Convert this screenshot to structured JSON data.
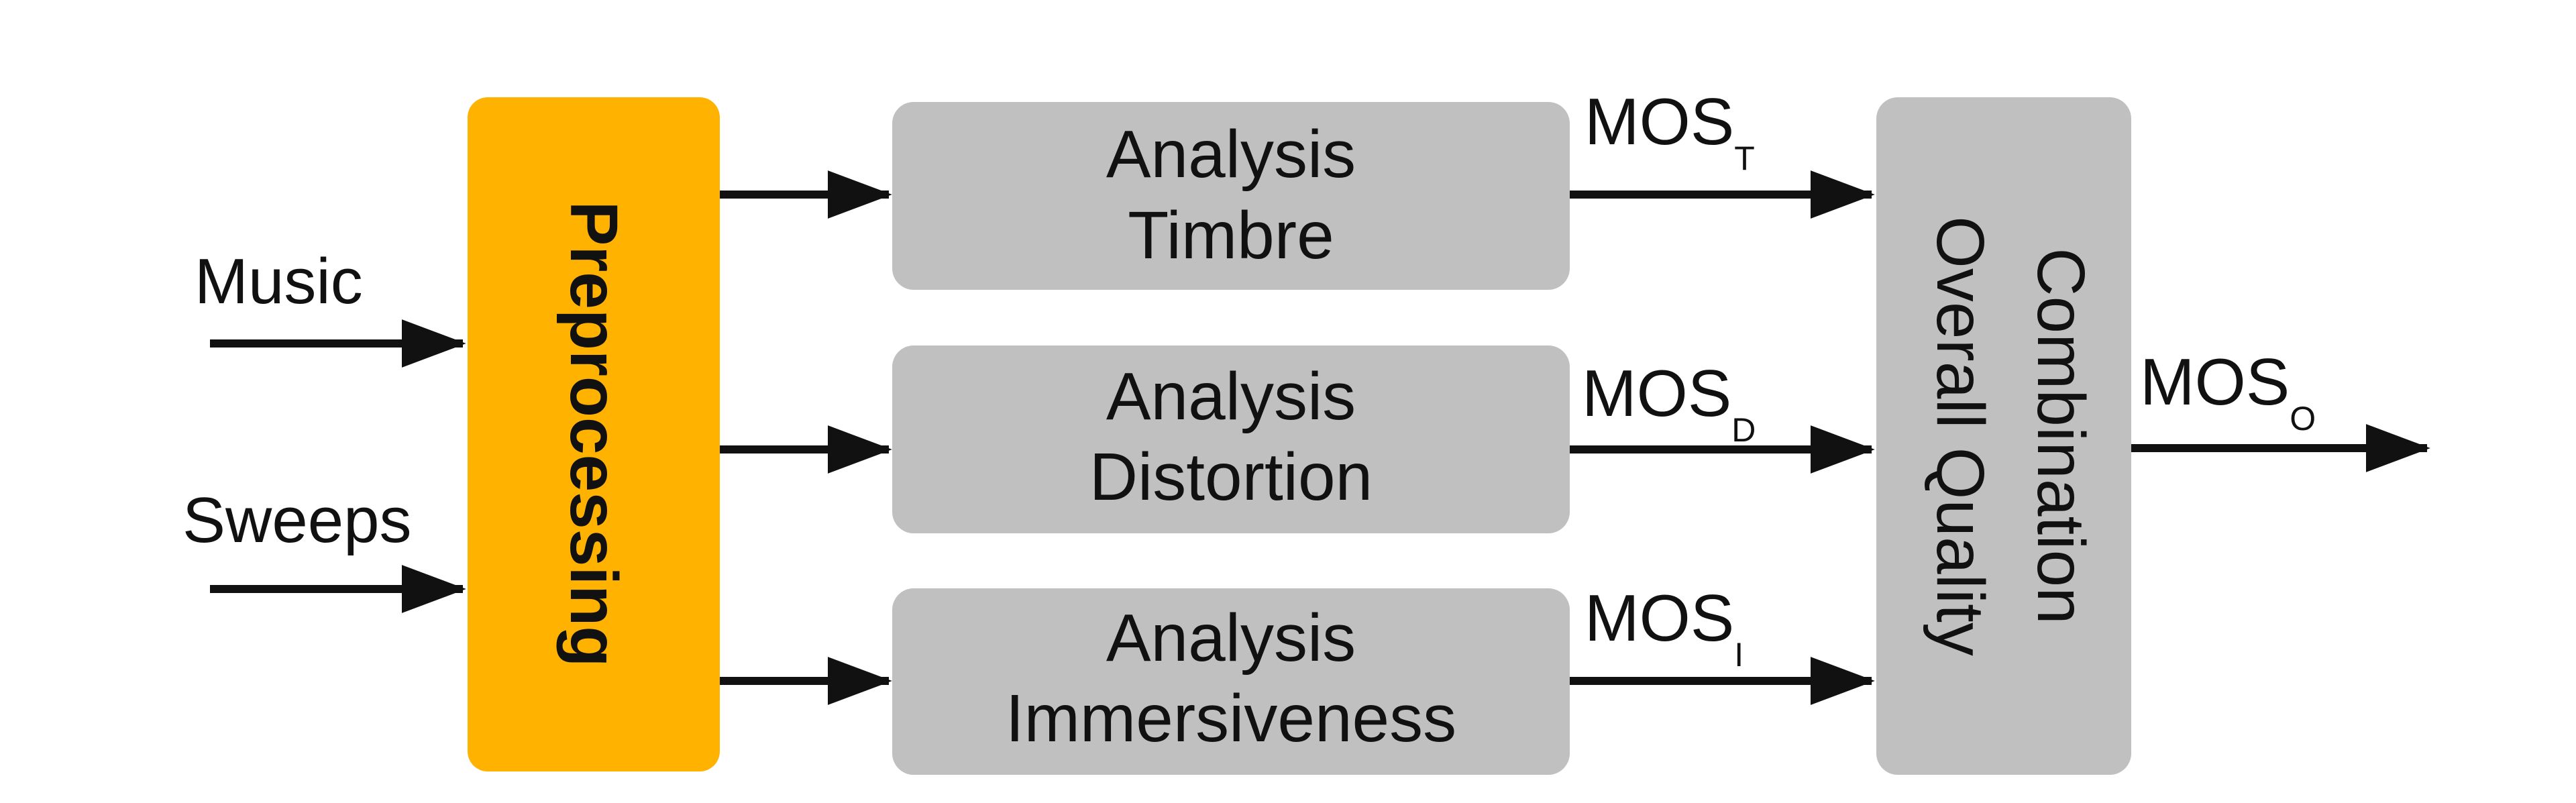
{
  "inputs": {
    "music": "Music",
    "sweeps": "Sweeps"
  },
  "preprocessing": {
    "label": "Preprocessing",
    "color": "#FFB300"
  },
  "analysis": {
    "color": "#C0C0C0",
    "timbre": {
      "line1": "Analysis",
      "line2": "Timbre"
    },
    "distortion": {
      "line1": "Analysis",
      "line2": "Distortion"
    },
    "immersiveness": {
      "line1": "Analysis",
      "line2": "Immersiveness"
    }
  },
  "combination": {
    "line1": "Combination",
    "line2": "Overall Quality"
  },
  "outputs": {
    "mos_t": {
      "base": "MOS",
      "sub": "T"
    },
    "mos_d": {
      "base": "MOS",
      "sub": "D"
    },
    "mos_i": {
      "base": "MOS",
      "sub": "I"
    },
    "mos_o": {
      "base": "MOS",
      "sub": "O"
    }
  }
}
